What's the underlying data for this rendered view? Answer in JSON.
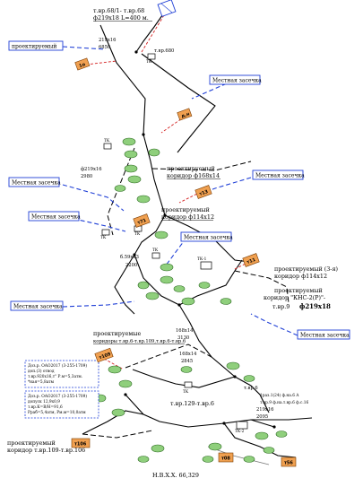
{
  "labels": {
    "top_route": "т.вр.68/1- т.вр.68",
    "top_pipe": "ф219х18 L=400 м.",
    "pipe_219x16": "219х16",
    "dist_6850": "6850",
    "node_680": "т.вр.680",
    "pipe_219x16_b": "ф219х16",
    "dist_2980": "2980",
    "proj_corridor_168": "проектируемый",
    "proj_corridor_168_b": "коридор ф168х14",
    "proj_corridor_114": "проектируемый",
    "proj_corridor_114_b": "коридор ф114х12",
    "pipe_159x8": "б.59х13",
    "dist_2200": "2200",
    "proj_3rd_line": "проектируемый (3-я)",
    "proj_3rd_line_b": "коридор ф114х12",
    "proj_kns": "проектируемый",
    "proj_kns_b": "коридор \"КНС-2(Р)\"-",
    "proj_kns_c": "т.вр.9",
    "proj_kns_pipe": "ф219х18",
    "proj_corridors_6": "проектируемые",
    "proj_corridors_6_b": "коридоры т.вр.6-т.вр.109,т.вр.6-т.вр.6",
    "pipe_168x14": "168х14",
    "dist_3130": "3130",
    "pipe_168x14_b": "168х14",
    "dist_2845": "2845",
    "node_129": "т.вр.129-т.вр.6",
    "pipe_219x16_c": "219х16",
    "dist_2095": "2095",
    "well_label": "т.вр.6",
    "line_mid_a": "1раз.1(24) ф.на.6   А",
    "line_mid_b": "т.вр.9 ф.на.т.вр.6 ф.с.16",
    "proj_bottom": "проектируемый",
    "proj_bottom_b": "коридор т.вр.109-т.вр.106",
    "bottom_mark": "Н.В.Х.Х. 66,329",
    "note1": "Доз.р. ОАО2017 (3-255-1709)",
    "note1_b": "доп.(3) отвод",
    "note1_c": "т.вр.920х16,т\" Р.м=5,3атм.",
    "note1_d": "*ная=5,8атм",
    "note2": "Доз.р. ОАО2017 (3-255-1709)",
    "note2_b": "допуск 12,9х0,9",
    "note2_c": "т.вр.К=В/Н=91,6",
    "note2_d": "Рраб=5,4атм, Рм.м=10,0атм"
  },
  "callouts": {
    "c1": "Местная засечка",
    "c2": "Местная засечка",
    "c3": "Местная засечка",
    "c4": "Местная засечка",
    "c5": "Местная засечка",
    "c6": "Местная засечка",
    "c7": "Местная засечка",
    "c8": "проектируемый"
  },
  "badges": {
    "b1": "1о",
    "b2": "д.н",
    "b3": "т13",
    "b4": "т71",
    "b5": "т11",
    "b6": "т109",
    "b7": "т106",
    "b8": "т08",
    "b9": "т56"
  },
  "chambers": {
    "k1": "ТК",
    "k2": "ТК",
    "k3": "ТК-1",
    "k4": "ТК",
    "k5": "ТК",
    "k6": "ТК",
    "k7": "ТК",
    "k8": "ТК-2"
  }
}
